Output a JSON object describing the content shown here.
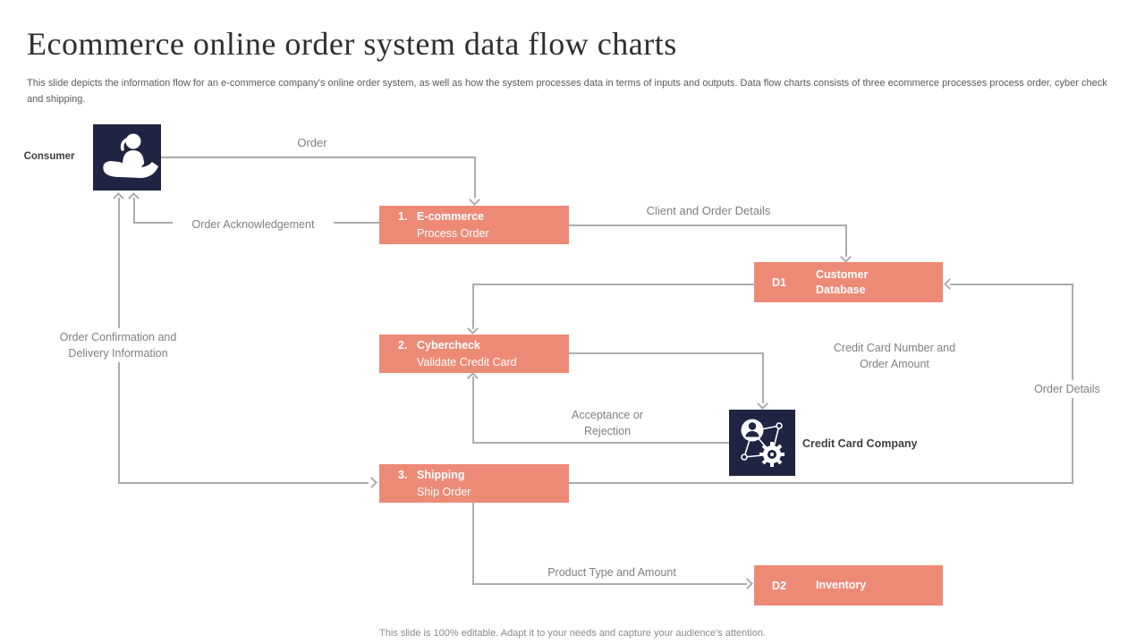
{
  "slide": {
    "title": "Ecommerce online order system data flow charts",
    "description": "This slide depicts the information flow for an e-commerce company's online order system, as well as how the system processes data in terms of inputs and outputs. Data flow charts consists of three ecommerce processes process order, cyber check and shipping.",
    "footer": "This slide is 100% editable. Adapt it to your needs and capture your audience's attention."
  },
  "colors": {
    "accent": "#ED8A76",
    "navy": "#1E2442",
    "line": "#ACACAC",
    "labelgray": "#7F7F7F",
    "titlecolor": "#2F2F2F",
    "bodygray": "#595959"
  },
  "entities": {
    "consumer": {
      "label": "Consumer",
      "icon": "person-in-hand-icon"
    },
    "credit_card_company": {
      "label": "Credit Card Company",
      "icon": "person-gear-network-icon"
    }
  },
  "processes": [
    {
      "number": "1.",
      "name": "E-commerce",
      "subtitle": "Process Order"
    },
    {
      "number": "2.",
      "name": "Cybercheck",
      "subtitle": "Validate Credit Card"
    },
    {
      "number": "3.",
      "name": "Shipping",
      "subtitle": "Ship Order"
    }
  ],
  "datastores": [
    {
      "id": "D1",
      "name": "Customer Database"
    },
    {
      "id": "D2",
      "name": "Inventory"
    }
  ],
  "flows": {
    "order": "Order",
    "order_ack": "Order Acknowledgement",
    "client_details": "Client and Order Details",
    "order_conf": "Order Confirmation and Delivery Information",
    "cc_number": "Credit Card Number and Order Amount",
    "acceptance": "Acceptance or Rejection",
    "order_details": "Order Details",
    "product_type": "Product Type and Amount"
  }
}
